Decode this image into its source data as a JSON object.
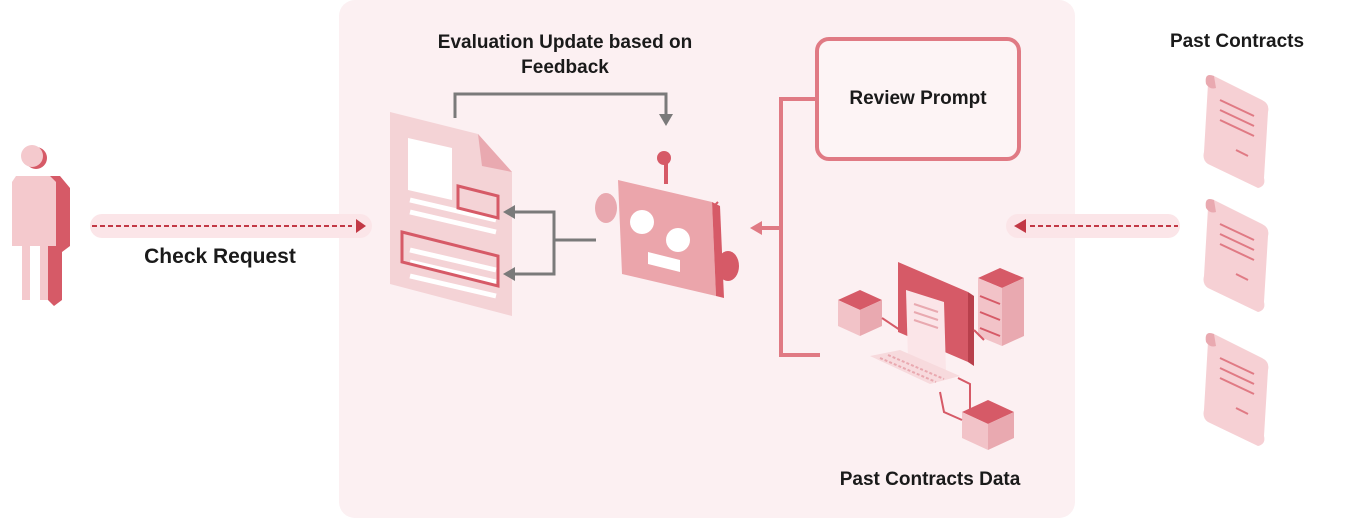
{
  "labels": {
    "check_request": "Check Request",
    "evaluation_update": "Evaluation Update based on Feedback",
    "review_prompt": "Review Prompt",
    "past_contracts": "Past Contracts",
    "past_contracts_data": "Past Contracts Data"
  },
  "colors": {
    "panel": "#fcf0f2",
    "accent": "#d65a67",
    "accent_light": "#f2c3c8",
    "border": "#e07a84",
    "connector_gray": "#7a7a7a"
  }
}
